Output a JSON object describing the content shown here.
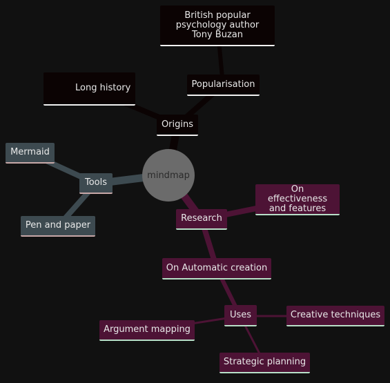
{
  "colors": {
    "background": "#111111",
    "origins_branch": "#0b0303",
    "tools_branch": "#3d4a50",
    "research_branch": "#4d1335",
    "root": "#6b6b6b"
  },
  "mindmap": {
    "root": "mindmap",
    "origins": {
      "label": "Origins",
      "long_history": "Long history",
      "popularisation": "Popularisation",
      "buzan": "British popular psychology author Tony Buzan"
    },
    "tools": {
      "label": "Tools",
      "mermaid": "Mermaid",
      "pen_and_paper": "Pen and paper"
    },
    "research": {
      "label": "Research",
      "effectiveness": "On effectiveness and features",
      "automatic_creation": "On Automatic creation",
      "uses": {
        "label": "Uses",
        "creative_techniques": "Creative techniques",
        "argument_mapping": "Argument mapping",
        "strategic_planning": "Strategic planning"
      }
    }
  }
}
